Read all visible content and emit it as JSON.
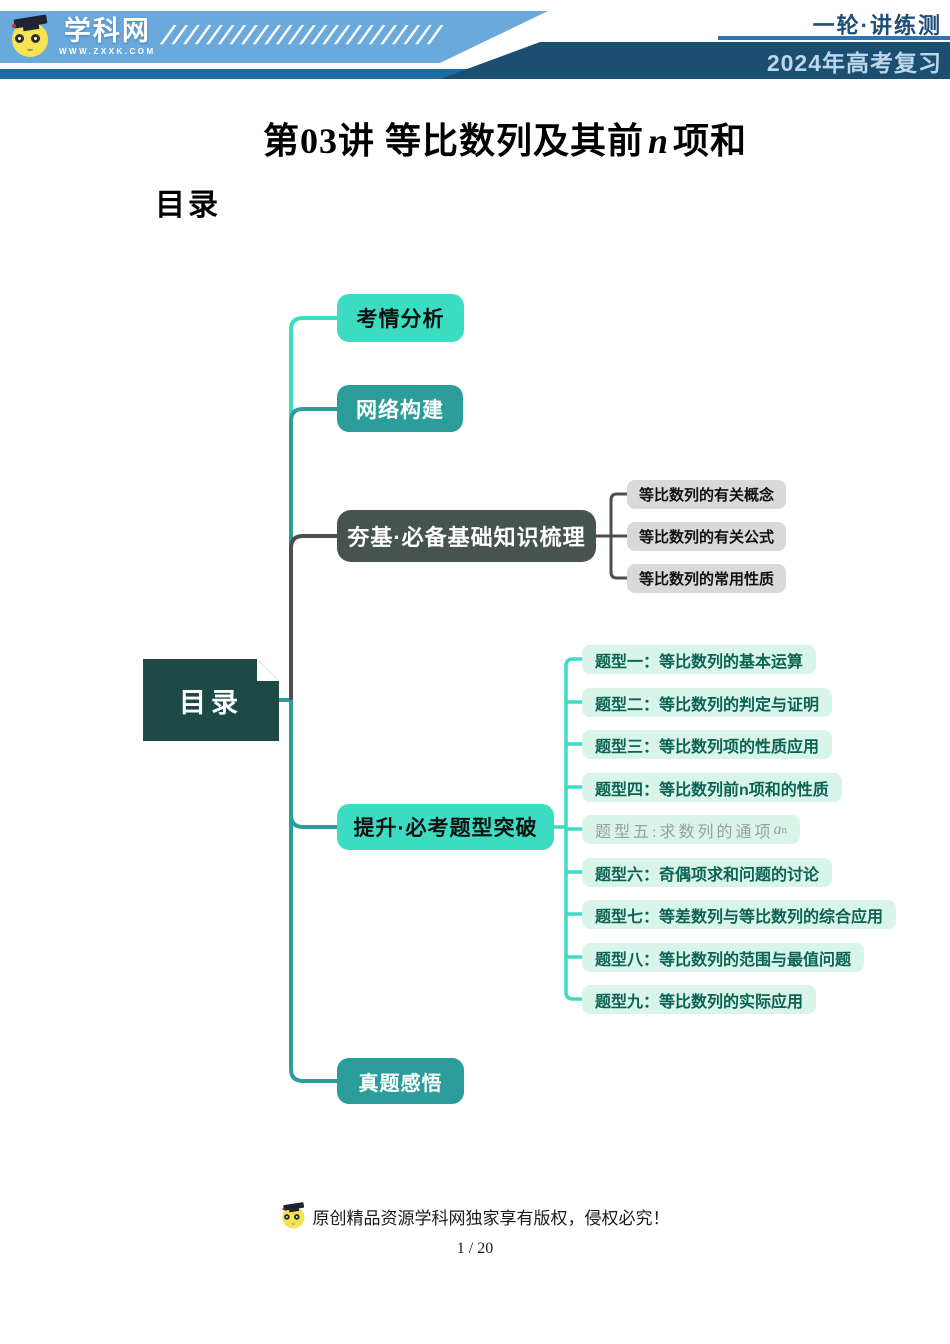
{
  "header": {
    "logo": {
      "brand": "学科网",
      "url": "WWW.ZXXK.COM"
    },
    "slashes": "////////////////////////",
    "series_label": "一轮·讲练测",
    "review_label": "2024年高考复习"
  },
  "title": {
    "text_before_math": "第03讲 等比数列及其前",
    "math_var": "n",
    "text_after_math": "项和"
  },
  "toc_heading": "目录",
  "mindmap": {
    "root_label": "目录",
    "branches": [
      {
        "label": "考情分析"
      },
      {
        "label": "网络构建"
      },
      {
        "label": "夯基·必备基础知识梳理",
        "children": [
          {
            "text": "等比数列的有关概念"
          },
          {
            "text": "等比数列的有关公式"
          },
          {
            "text": "等比数列的常用性质"
          }
        ]
      },
      {
        "label": "提升·必考题型突破",
        "children": [
          {
            "text": "题型一：等比数列的基本运算"
          },
          {
            "text": "题型二：等比数列的判定与证明"
          },
          {
            "text": "题型三：等比数列项的性质应用"
          },
          {
            "text": "题型四：等比数列前n项和的性质"
          },
          {
            "text": "题型五:求数列的通项",
            "math_base": "a",
            "math_sub": "n"
          },
          {
            "text": "题型六：奇偶项求和问题的讨论"
          },
          {
            "text": "题型七：等差数列与等比数列的综合应用"
          },
          {
            "text": "题型八：等比数列的范围与最值问题"
          },
          {
            "text": "题型九：等比数列的实际应用"
          }
        ]
      },
      {
        "label": "真题感悟"
      }
    ]
  },
  "footer": {
    "copyright": "原创精品资源学科网独家享有版权，侵权必究！",
    "page_number": "1 / 20"
  },
  "colors": {
    "banner_blue": "#6aa9dc",
    "navy": "#1b4f72",
    "stripe_blue": "#1e6ca3",
    "line_blue": "#2e75b6",
    "turquoise": "#3cdcc3",
    "teal": "#2b9e9b",
    "dark_slate": "#46534e",
    "root_dark": "#1d4a46",
    "gray_box": "#d9d9d9",
    "mint_box": "#d9f5ea",
    "mint_text": "#0b6355",
    "connector_gray": "#4d4d4d",
    "logo_yellow": "#f6e253"
  }
}
